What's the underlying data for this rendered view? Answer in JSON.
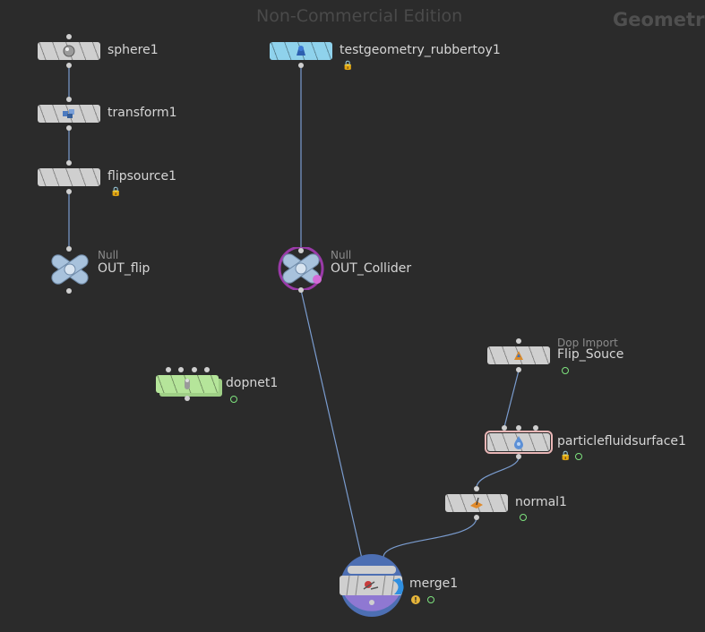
{
  "watermark": "Non-Commercial Edition",
  "context_label": "Geometry",
  "colors": {
    "background": "#2b2b2b",
    "wire": "#7a9ccf",
    "node_grey": "#cfcfcf",
    "node_blue": "#8fd2ec",
    "node_green": "#b5e59a",
    "ok_flag": "#7ee27e",
    "warning": "#e6b53a"
  },
  "nodes": {
    "sphere": {
      "name": "sphere1",
      "icon": "sphere-icon"
    },
    "transform": {
      "name": "transform1",
      "icon": "transform-icon"
    },
    "flipsource": {
      "name": "flipsource1",
      "icon": "lock-icon"
    },
    "out_flip": {
      "name": "OUT_flip",
      "type": "Null",
      "icon": "null-icon"
    },
    "rubbertoy": {
      "name": "testgeometry_rubbertoy1",
      "icon": "rubbertoy-icon"
    },
    "out_collider": {
      "name": "OUT_Collider",
      "type": "Null",
      "icon": "null-icon"
    },
    "dopnet": {
      "name": "dopnet1",
      "icon": "dopnet-icon"
    },
    "flip_souce": {
      "name": "Flip_Souce",
      "type": "Dop Import",
      "icon": "dop-import-icon"
    },
    "particlefluidsurface": {
      "name": "particlefluidsurface1",
      "icon": "particle-fluid-icon"
    },
    "normal": {
      "name": "normal1",
      "icon": "normal-icon"
    },
    "merge": {
      "name": "merge1",
      "icon": "merge-icon"
    }
  }
}
